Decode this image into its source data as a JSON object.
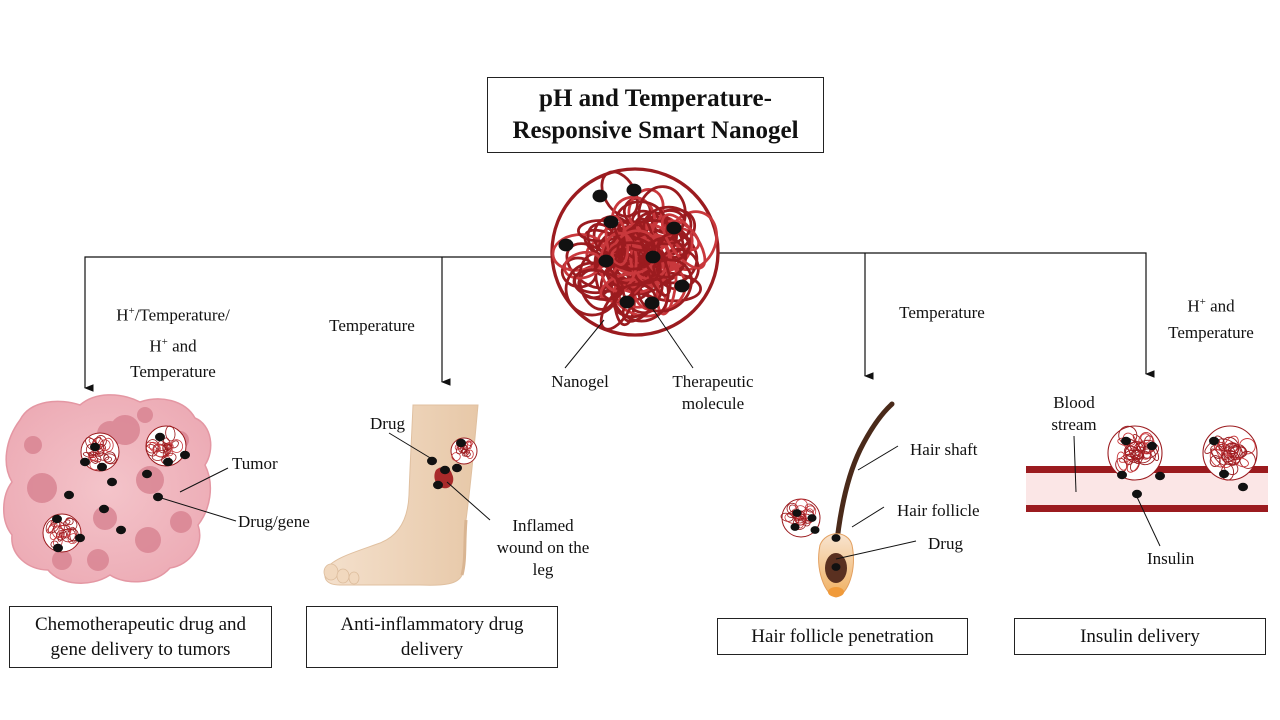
{
  "title": {
    "line1": "pH and Temperature-",
    "line2": "Responsive Smart Nanogel"
  },
  "center_labels": {
    "nanogel": "Nanogel",
    "therapeutic_1": "Therapeutic",
    "therapeutic_2": "molecule"
  },
  "branches": [
    {
      "stimulus_lines": [
        "/Temperature/",
        " and",
        "Temperature"
      ],
      "stimulus_prefix": "H",
      "stimulus_sup": "+",
      "labels": {
        "tumor": "Tumor",
        "drug_gene": "Drug/gene"
      },
      "caption_1": "Chemotherapeutic drug and",
      "caption_2": "gene delivery to tumors"
    },
    {
      "stimulus": "Temperature",
      "labels": {
        "drug": "Drug",
        "wound_1": "Inflamed",
        "wound_2": "wound on the",
        "wound_3": "leg"
      },
      "caption_1": "Anti-inflammatory drug",
      "caption_2": "delivery"
    },
    {
      "stimulus": "Temperature",
      "labels": {
        "hair_shaft": "Hair shaft",
        "hair_follicle": "Hair follicle",
        "drug": "Drug"
      },
      "caption_1": "Hair follicle penetration"
    },
    {
      "stimulus_prefix": "H",
      "stimulus_sup": "+",
      "stimulus_after": " and",
      "stimulus_line2": "Temperature",
      "labels": {
        "blood_1": "Blood",
        "blood_2": "stream",
        "insulin": "Insulin"
      },
      "caption_1": "Insulin delivery"
    }
  ],
  "colors": {
    "gel_strand": "#9b1b1f",
    "gel_strand_light": "#c9383c",
    "drug_dot": "#111111",
    "tumor_fill": "#f0b8c0",
    "tumor_cell": "#d98593",
    "skin": "#f3dcc4",
    "skin_shadow": "#e3c3a4",
    "wound": "#a82a2a",
    "vessel_wall": "#9b1b1f",
    "vessel_inner": "#f8dede",
    "hair": "#4a2a1a"
  }
}
